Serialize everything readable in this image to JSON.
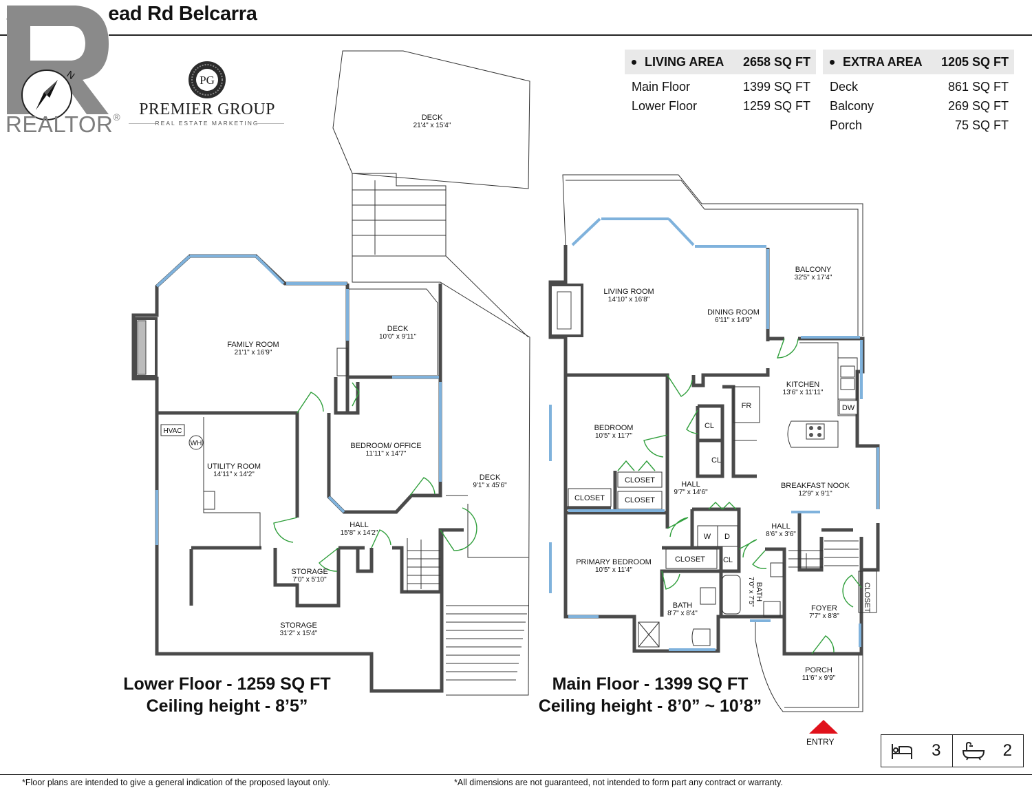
{
  "header": {
    "title": "155 Turtlehead Rd Belcarra"
  },
  "realtor": {
    "text": "REALTOR",
    "mark": "®"
  },
  "brand": {
    "initials": "PG",
    "name": "PREMIER GROUP",
    "subtitle": "REAL ESTATE MARKETING"
  },
  "living_area": {
    "heading": "LIVING AREA",
    "total": "2658 SQ FT",
    "rows": [
      {
        "label": "Main Floor",
        "value": "1399 SQ FT"
      },
      {
        "label": "Lower Floor",
        "value": "1259 SQ FT"
      }
    ]
  },
  "extra_area": {
    "heading": "EXTRA AREA",
    "total": "1205 SQ FT",
    "rows": [
      {
        "label": "Deck",
        "value": "861 SQ FT"
      },
      {
        "label": "Balcony",
        "value": "269 SQ FT"
      },
      {
        "label": "Porch",
        "value": "75 SQ FT"
      }
    ]
  },
  "lower_floor": {
    "caption_line1": "Lower Floor - 1259 SQ FT",
    "caption_line2": "Ceiling height - 8’5”",
    "rooms": [
      {
        "name": "DECK",
        "dims": "21'4\" x 15'4\""
      },
      {
        "name": "FAMILY ROOM",
        "dims": "21'1\" x 16'9\""
      },
      {
        "name": "DECK",
        "dims": "10'0\" x 9'11\""
      },
      {
        "name": "UTILITY ROOM",
        "dims": "14'11\" x 14'2\""
      },
      {
        "name": "BEDROOM/ OFFICE",
        "dims": "11'11\" x 14'7\""
      },
      {
        "name": "DECK",
        "dims": "9'1\" x 45'6\""
      },
      {
        "name": "HALL",
        "dims": "15'8\" x 14'2\""
      },
      {
        "name": "STORAGE",
        "dims": "7'0\" x 5'10\""
      },
      {
        "name": "STORAGE",
        "dims": "31'2\" x 15'4\""
      }
    ],
    "fixtures": {
      "hvac": "HVAC",
      "wh": "WH"
    }
  },
  "main_floor": {
    "caption_line1": "Main Floor - 1399 SQ FT",
    "caption_line2": "Ceiling height - 8’0” ~ 10’8”",
    "rooms": [
      {
        "name": "LIVING ROOM",
        "dims": "14'10\" x 16'8\""
      },
      {
        "name": "DINING ROOM",
        "dims": "6'11\" x 14'9\""
      },
      {
        "name": "BALCONY",
        "dims": "32'5\" x 17'4\""
      },
      {
        "name": "KITCHEN",
        "dims": "13'6\" x 11'11\""
      },
      {
        "name": "BEDROOM",
        "dims": "10'5\" x 11'7\""
      },
      {
        "name": "HALL",
        "dims": "9'7\" x 14'6\""
      },
      {
        "name": "BREAKFAST NOOK",
        "dims": "12'9\" x 9'1\""
      },
      {
        "name": "HALL",
        "dims": "8'6\" x 3'6\""
      },
      {
        "name": "PRIMARY BEDROOM",
        "dims": "10'5\" x 11'4\""
      },
      {
        "name": "BATH",
        "dims": "8'7\" x 8'4\""
      },
      {
        "name": "BATH",
        "dims": "7'0\" x 7'5\""
      },
      {
        "name": "FOYER",
        "dims": "7'7\" x 8'8\""
      },
      {
        "name": "PORCH",
        "dims": "11'6\" x 9'9\""
      }
    ],
    "labels": {
      "closet": "CLOSET",
      "cl": "CL",
      "fr": "FR",
      "dw": "DW",
      "w": "W",
      "d": "D"
    },
    "entry": "ENTRY"
  },
  "summary": {
    "bedrooms": "3",
    "bathrooms": "2"
  },
  "footer": {
    "left": "*Floor plans are intended to give a general indication of the proposed layout only.",
    "right": "*All dimensions are not guaranteed, not intended to form part any contract or warranty."
  },
  "colors": {
    "wall": "#4a4a4a",
    "window": "#7fb2dc",
    "door": "#2e9e3a",
    "entry": "#e0111b"
  }
}
